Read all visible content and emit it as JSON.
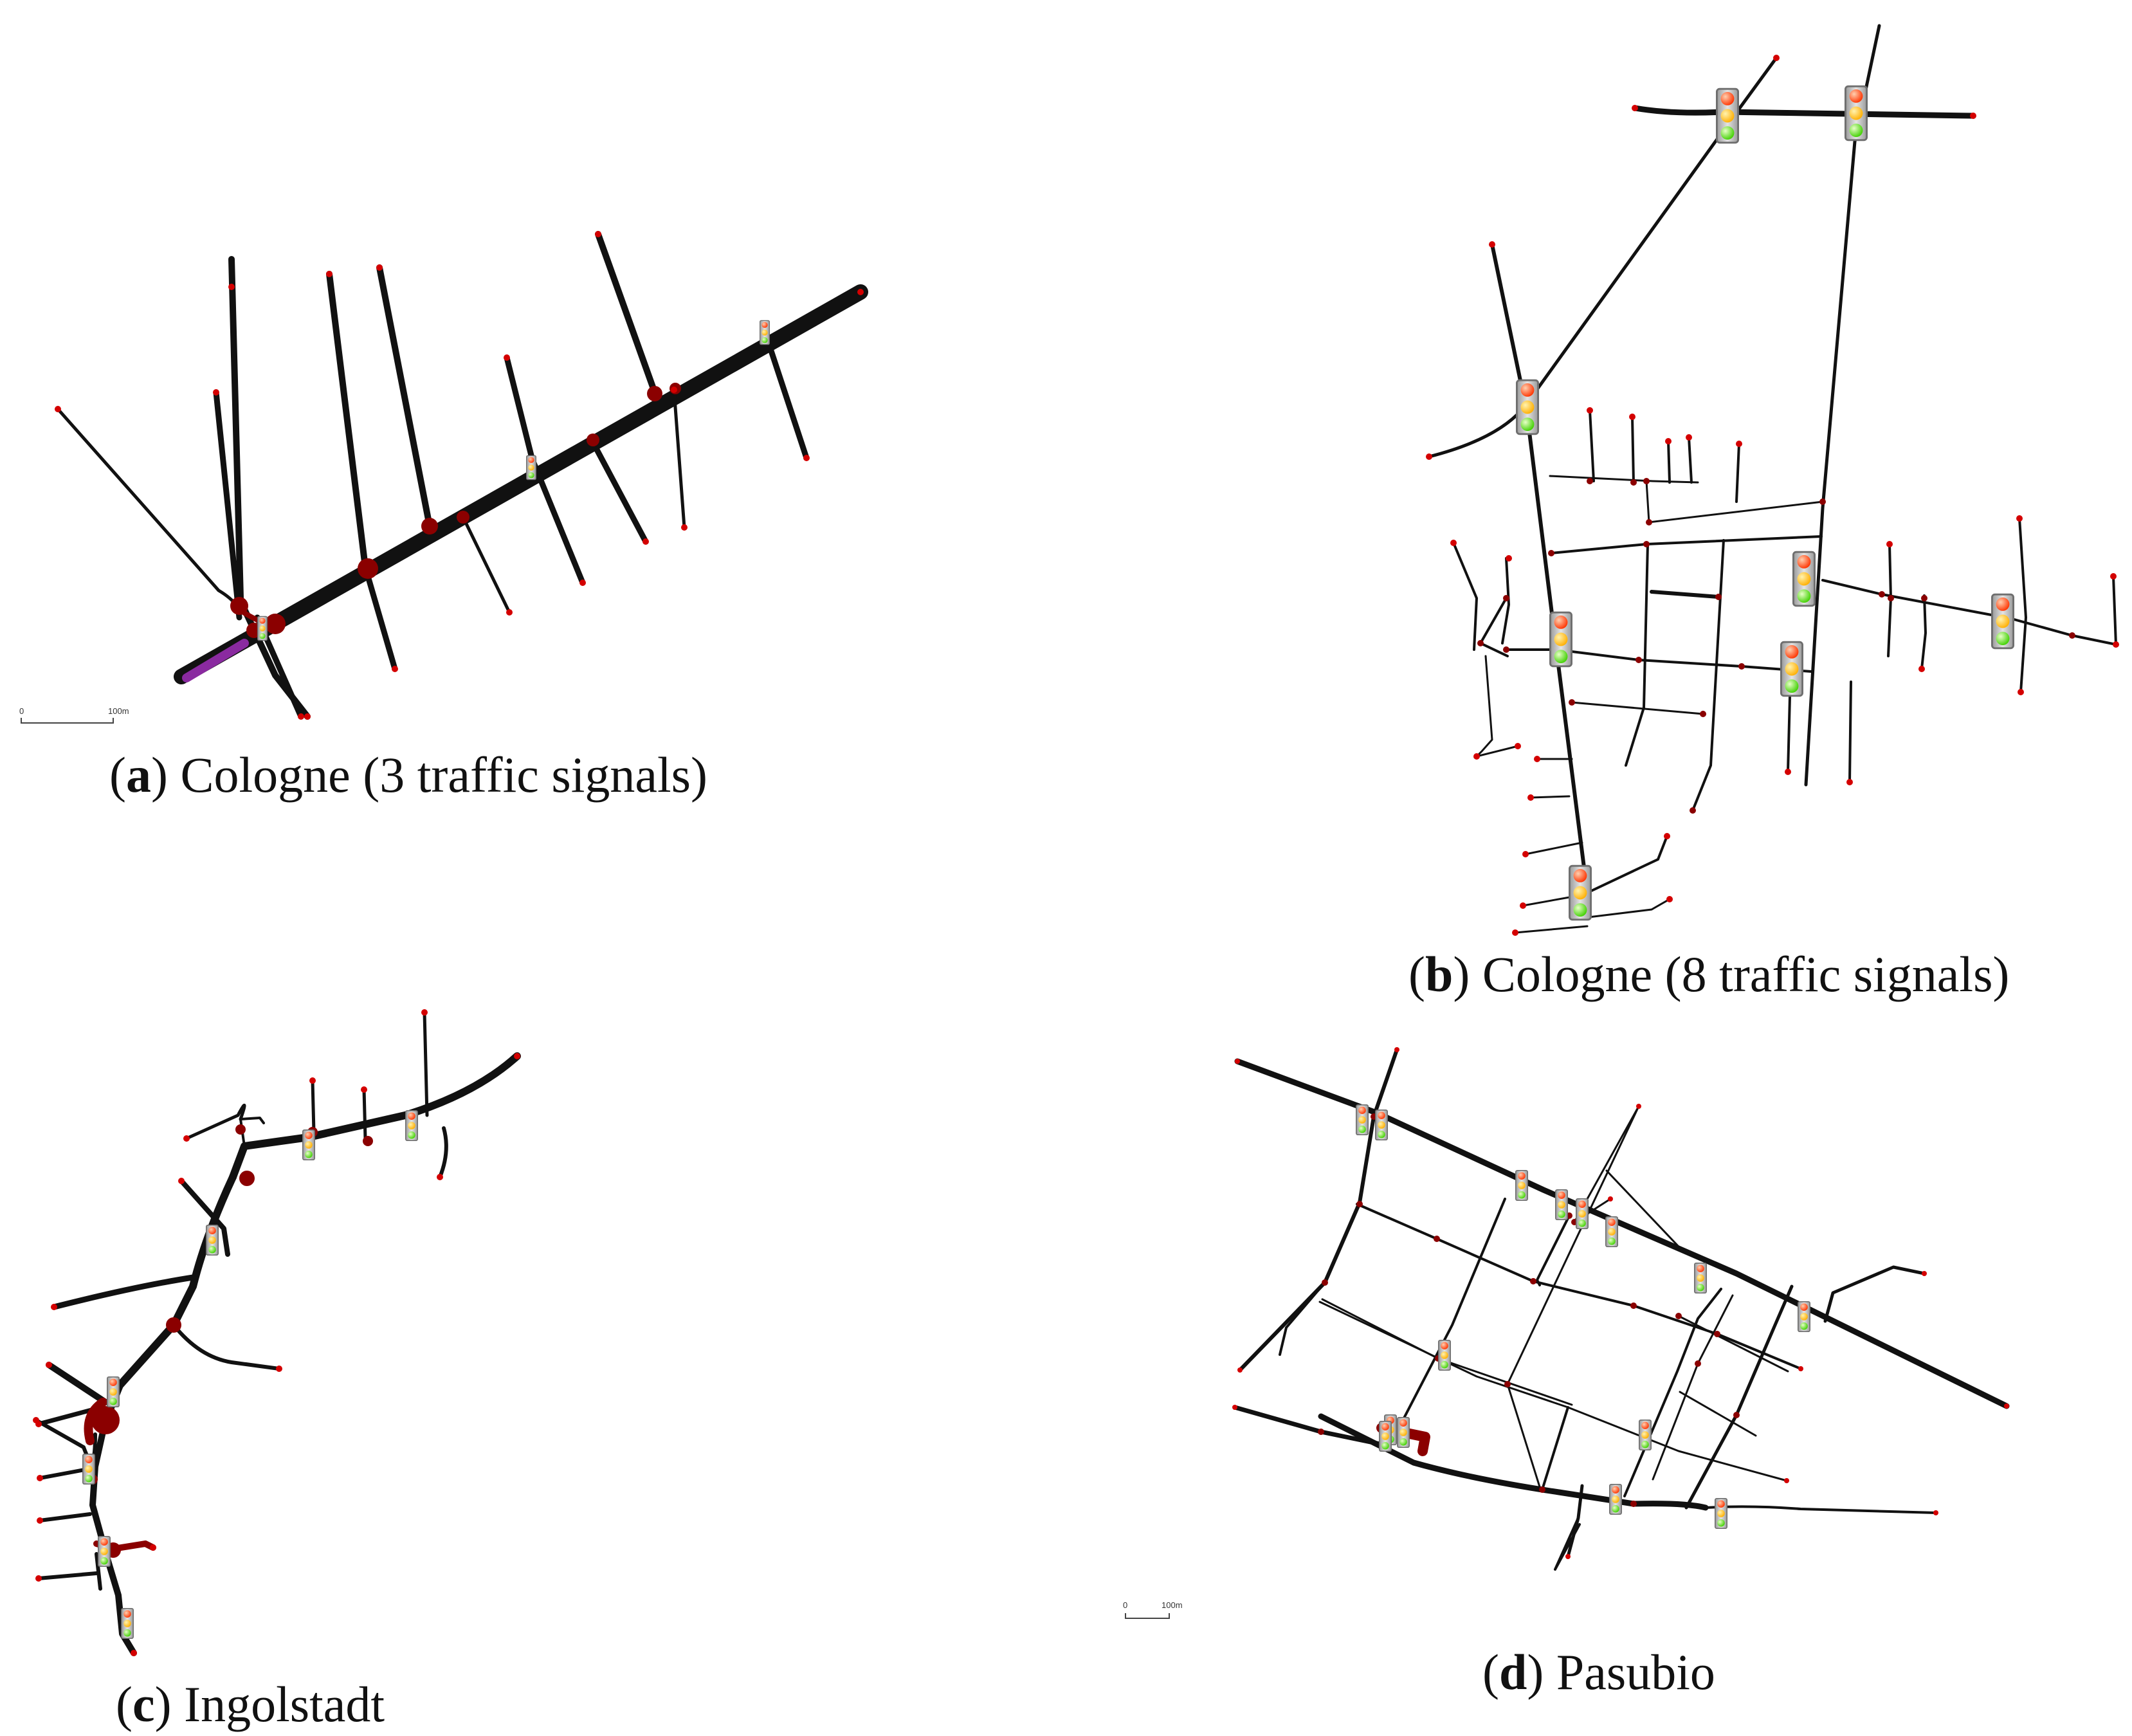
{
  "panels": [
    {
      "letter": "a",
      "caption": "Cologne (3 traffic signals)",
      "scale": {
        "start": "0",
        "end": "100m"
      }
    },
    {
      "letter": "b",
      "caption": "Cologne (8 traffic signals)"
    },
    {
      "letter": "c",
      "caption": "Ingolstadt"
    },
    {
      "letter": "d",
      "caption": "Pasubio",
      "scale": {
        "start": "0",
        "end": "100m"
      }
    }
  ],
  "colors": {
    "road": "#111111",
    "junction": "#8b0000",
    "endpoint": "#d40000",
    "highlight": "#8a2aa0",
    "signal_red": "#ff3300",
    "signal_amber": "#ffae00",
    "signal_green": "#4ee000"
  },
  "icons": [
    "traffic-light-icon"
  ]
}
